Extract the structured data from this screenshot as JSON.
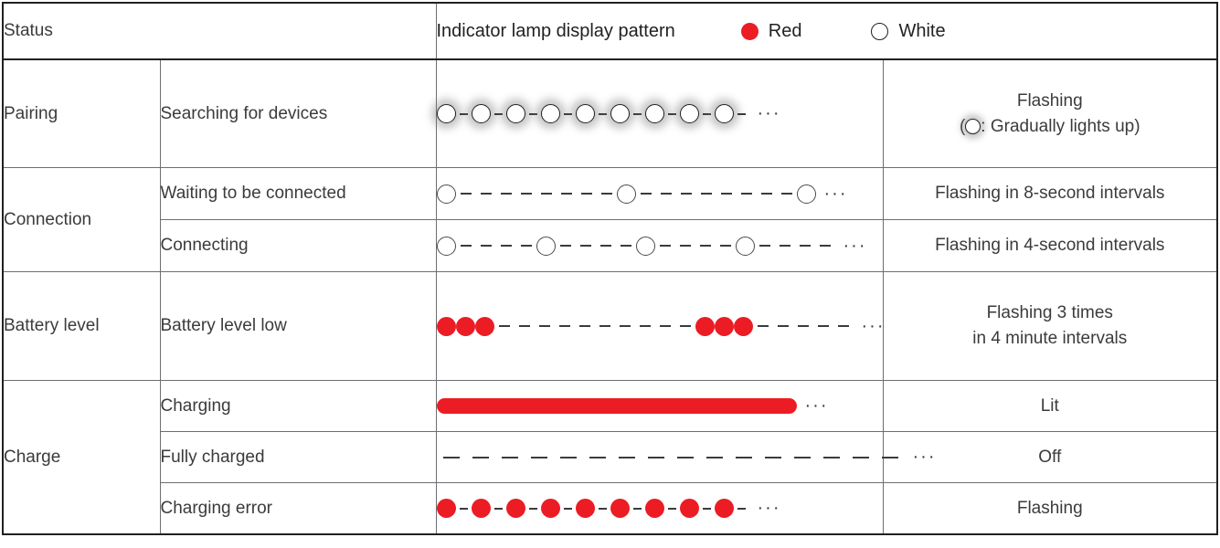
{
  "table": {
    "header": {
      "status_label": "Status",
      "pattern_label": "Indicator lamp display pattern",
      "legend": [
        {
          "name": "red-legend",
          "label": "Red",
          "color": "#ec1c24",
          "style": "filled"
        },
        {
          "name": "white-legend",
          "label": "White",
          "color": "#ffffff",
          "style": "outline"
        }
      ]
    },
    "rows": [
      {
        "status": "Pairing",
        "detail": "Searching for devices",
        "pattern": {
          "type": "glow-circles",
          "circle_count": 9,
          "separator": "short-dash",
          "trailing": "···"
        },
        "description_line1": "Flashing",
        "description_line2_prefix": "(",
        "description_line2_suffix": ": Gradually lights up)"
      },
      {
        "status": "Connection",
        "detail": "Waiting to be connected",
        "pattern": {
          "type": "circles-dashes",
          "circle_count": 3,
          "dashes_per_gap": 8,
          "trailing": "···"
        },
        "description_line1": "Flashing in 8-second intervals",
        "description_line2_prefix": "",
        "description_line2_suffix": ""
      },
      {
        "status": "",
        "detail": "Connecting",
        "pattern": {
          "type": "circles-dashes",
          "circle_count": 4,
          "dashes_per_gap": 4,
          "trailing": "···"
        },
        "description_line1": "Flashing in 4-second intervals",
        "description_line2_prefix": "",
        "description_line2_suffix": ""
      },
      {
        "status": "Battery level",
        "detail": "Battery level low",
        "pattern": {
          "type": "red-burst",
          "dots_per_burst": 3,
          "burst_count": 2,
          "dashes_per_gap": 10,
          "trailing": "···"
        },
        "description_line1": "Flashing 3 times",
        "description_line2_prefix": "",
        "description_line2_suffix": "in 4 minute intervals"
      },
      {
        "status": "Charge",
        "detail": "Charging",
        "pattern": {
          "type": "solid-bar",
          "trailing": "···"
        },
        "description_line1": "Lit",
        "description_line2_prefix": "",
        "description_line2_suffix": ""
      },
      {
        "status": "",
        "detail": "Fully charged",
        "pattern": {
          "type": "dashed-line",
          "dash_count": 16,
          "trailing": "···"
        },
        "description_line1": "Off",
        "description_line2_prefix": "",
        "description_line2_suffix": ""
      },
      {
        "status": "",
        "detail": "Charging error",
        "pattern": {
          "type": "red-dots",
          "dot_count": 9,
          "separator": "short-dash",
          "trailing": "···"
        },
        "description_line1": "Flashing",
        "description_line2_prefix": "",
        "description_line2_suffix": ""
      }
    ]
  },
  "colors": {
    "red": "#ec1c24",
    "text": "#3b3b3d",
    "heading": "#231f20",
    "border": "#6d6e71",
    "border_strong": "#231f20"
  }
}
